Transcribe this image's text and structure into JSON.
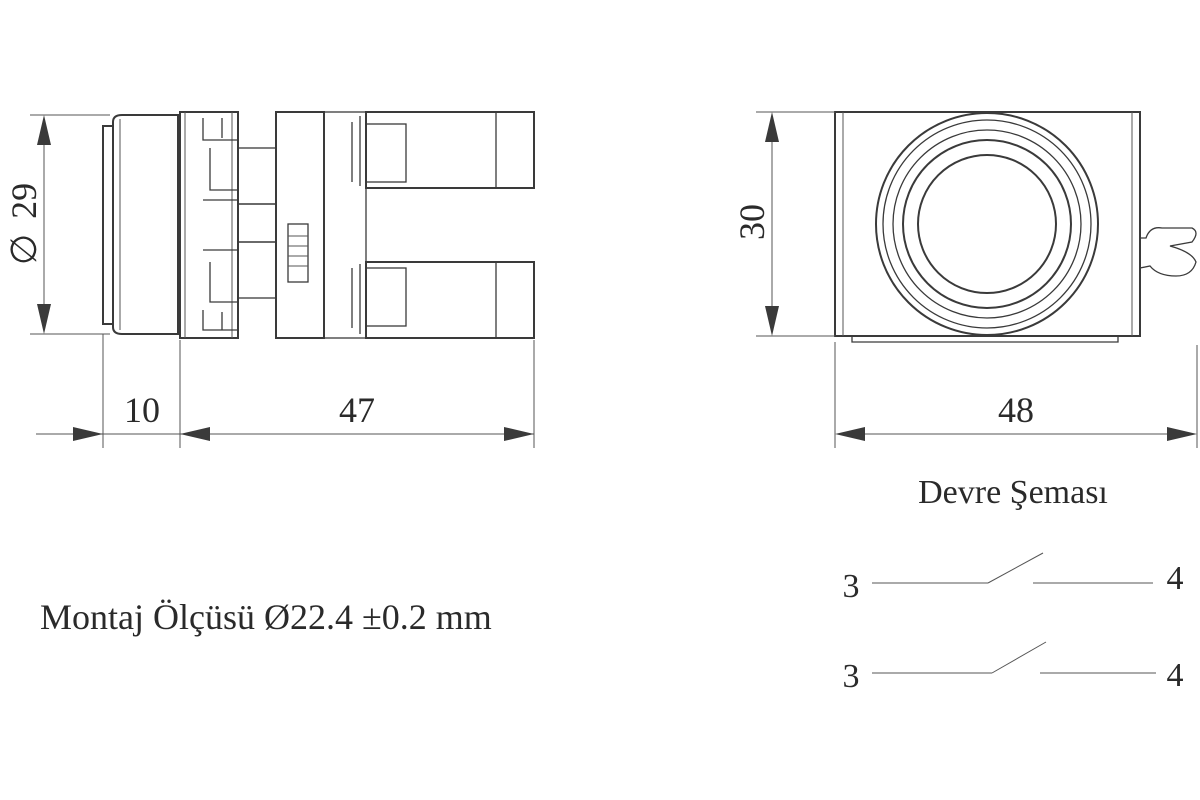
{
  "dimensions": {
    "diameter": "29",
    "diameter_symbol": "∅",
    "front_length": "10",
    "body_length": "47",
    "height": "30",
    "width": "48"
  },
  "mounting_text": "Montaj Ölçüsü Ø22.4 ±0.2 mm",
  "circuit": {
    "title": "Devre Şeması",
    "contacts": [
      {
        "left": "3",
        "right": "4"
      },
      {
        "left": "3",
        "right": "4"
      }
    ]
  }
}
